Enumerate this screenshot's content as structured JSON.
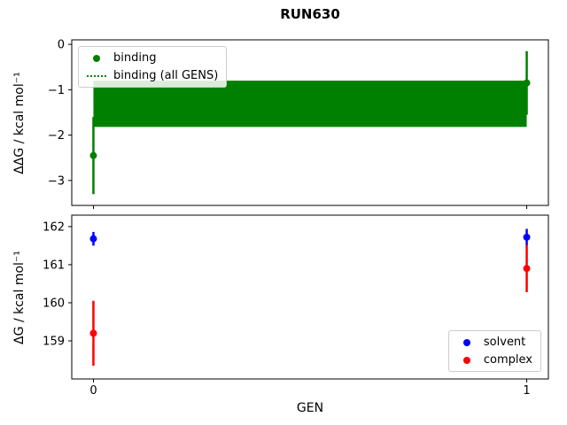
{
  "title": "RUN630",
  "xlabel": "GEN",
  "colors": {
    "binding": "#008000",
    "solvent": "#0000ff",
    "complex": "#ff0000",
    "spine": "#000000",
    "legend_border": "#cccccc"
  },
  "chart_data": [
    {
      "type": "scatter",
      "title": "RUN630",
      "ylabel": "ΔΔG / kcal mol⁻¹",
      "xlabel": "",
      "xlim": [
        -0.05,
        1.05
      ],
      "ylim": [
        -3.55,
        0.1
      ],
      "yticks": [
        0,
        -1,
        -2,
        -3
      ],
      "xticks": [
        0,
        1
      ],
      "show_xtick_labels": false,
      "grid": false,
      "series": [
        {
          "name": "binding",
          "color": "#008000",
          "marker": "circle",
          "x": [
            0,
            1
          ],
          "y": [
            -2.45,
            -0.85
          ],
          "yerr": [
            0.85,
            0.7
          ]
        }
      ],
      "band": {
        "label": "binding (all GENS)",
        "color": "#008000",
        "x": [
          0,
          1
        ],
        "mean": -1.3,
        "low": -1.82,
        "high": -0.8,
        "line_style": "dotted"
      },
      "legend": {
        "position": "upper-left",
        "items": [
          {
            "glyph": "marker",
            "color": "#008000",
            "label": "binding"
          },
          {
            "glyph": "dotted-line",
            "color": "#008000",
            "label": "binding (all GENS)"
          }
        ]
      }
    },
    {
      "type": "scatter",
      "title": "",
      "ylabel": "ΔG / kcal mol⁻¹",
      "xlabel": "GEN",
      "xlim": [
        -0.05,
        1.05
      ],
      "ylim": [
        158.0,
        162.3
      ],
      "yticks": [
        159,
        160,
        161,
        162
      ],
      "xticks": [
        0,
        1
      ],
      "show_xtick_labels": true,
      "grid": false,
      "series": [
        {
          "name": "solvent",
          "color": "#0000ff",
          "marker": "circle",
          "x": [
            0,
            1
          ],
          "y": [
            161.68,
            161.72
          ],
          "yerr": [
            0.18,
            0.22
          ]
        },
        {
          "name": "complex",
          "color": "#ff0000",
          "marker": "circle",
          "x": [
            0,
            1
          ],
          "y": [
            159.2,
            160.9
          ],
          "yerr": [
            0.85,
            0.62
          ]
        }
      ],
      "legend": {
        "position": "lower-right",
        "items": [
          {
            "glyph": "marker",
            "color": "#0000ff",
            "label": "solvent"
          },
          {
            "glyph": "marker",
            "color": "#ff0000",
            "label": "complex"
          }
        ]
      }
    }
  ]
}
